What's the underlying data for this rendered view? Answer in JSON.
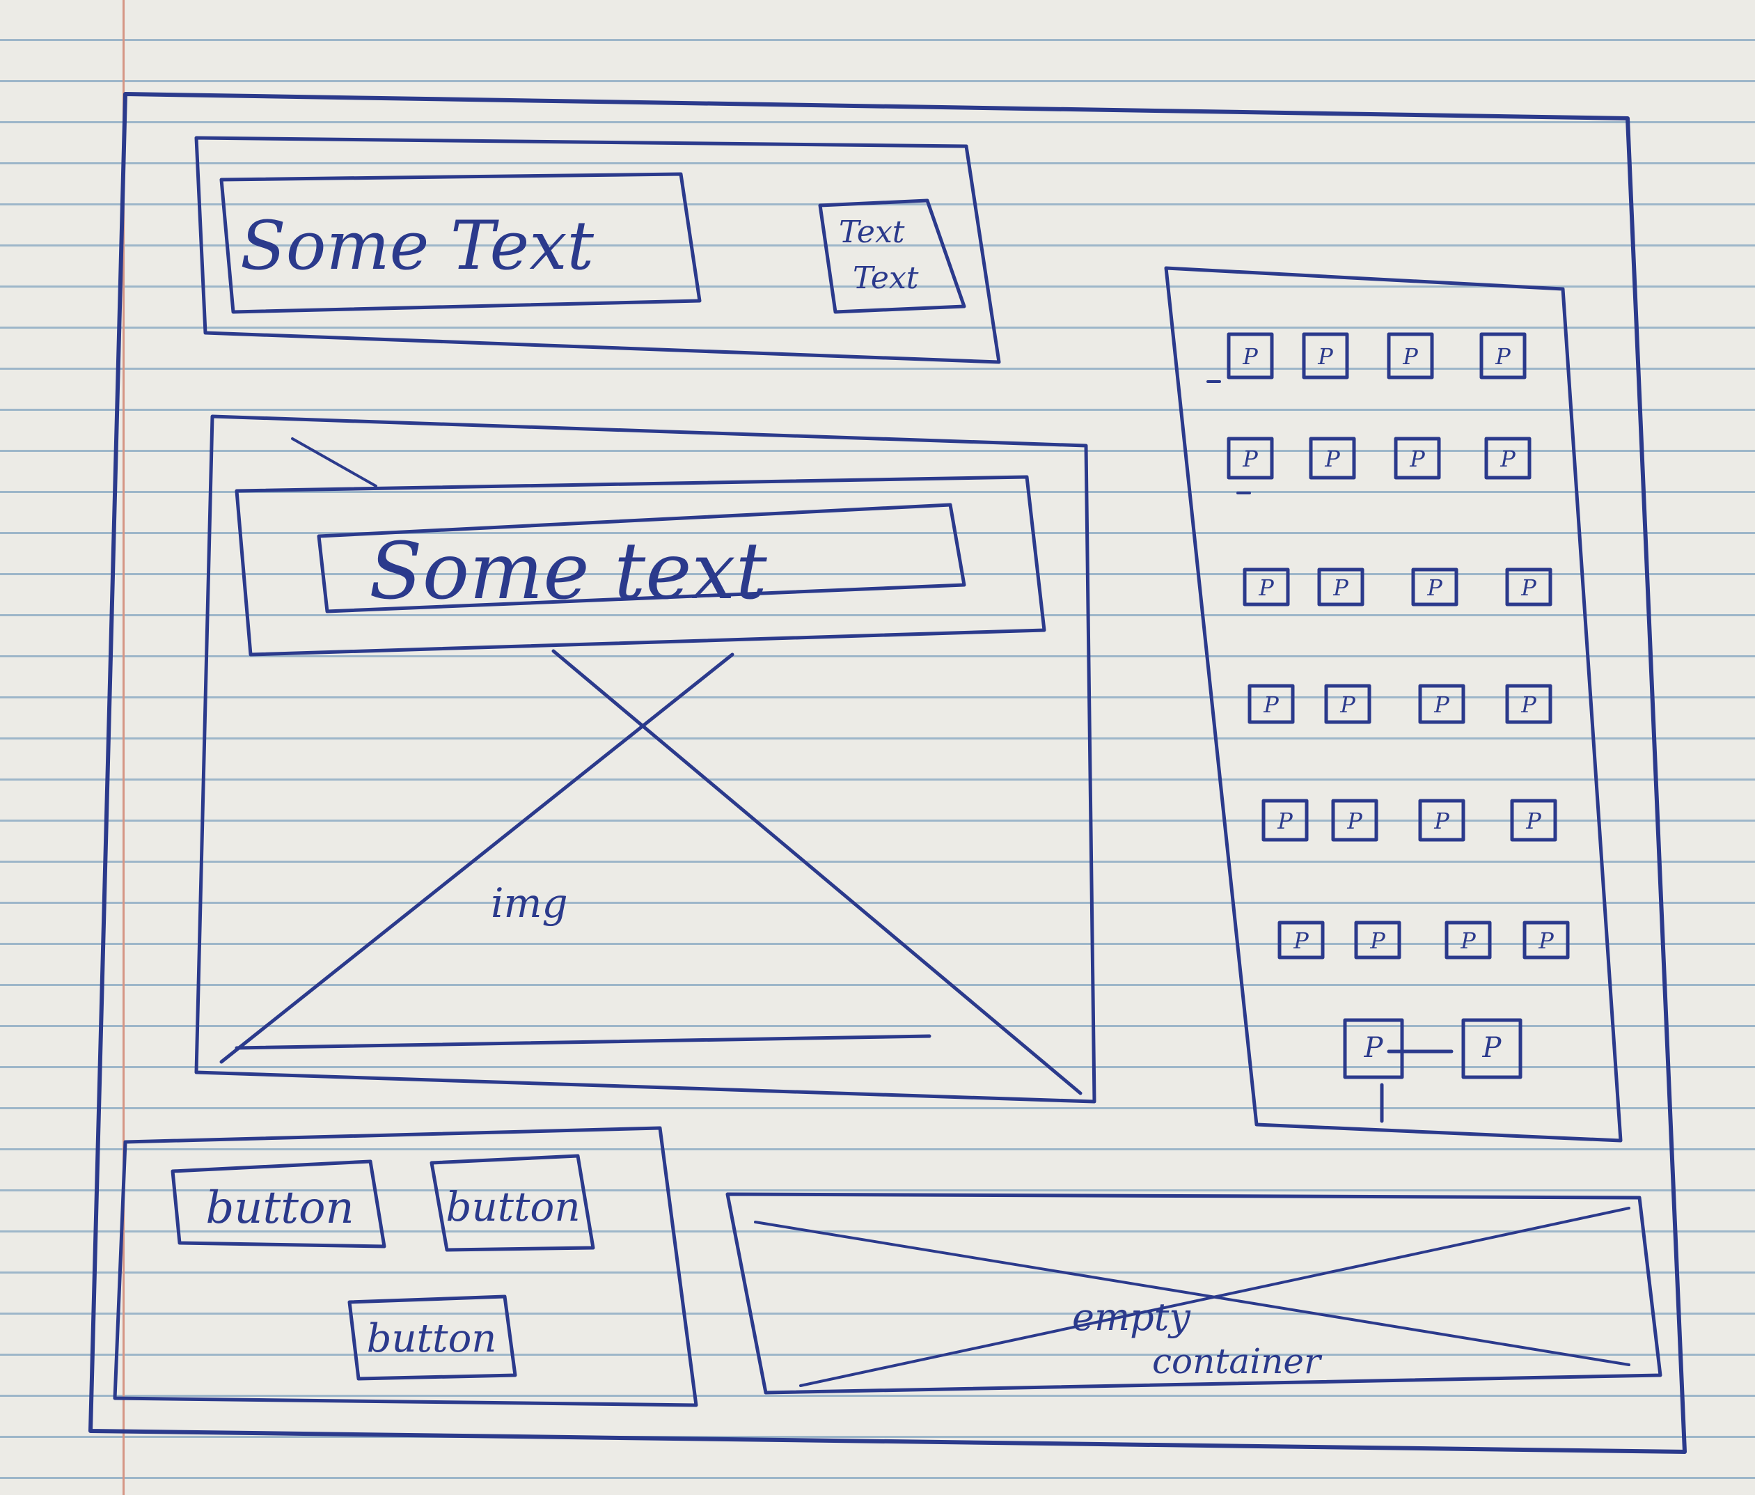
{
  "header": {
    "title_text": "Some Text",
    "small_box_line1": "Text",
    "small_box_line2": "Text"
  },
  "main_card": {
    "title_text": "Some text",
    "image_label": "img"
  },
  "buttons_panel": {
    "button_1": "button",
    "button_2": "button",
    "button_3": "button"
  },
  "empty_panel": {
    "label_line1": "empty",
    "label_line2": "container"
  },
  "sidebar": {
    "rows": [
      [
        "P",
        "P",
        "P",
        "P"
      ],
      [
        "P",
        "P",
        "P",
        "P"
      ],
      [
        "P",
        "P",
        "P",
        "P"
      ],
      [
        "P",
        "P",
        "P",
        "P"
      ],
      [
        "P",
        "P",
        "P",
        "P"
      ],
      [
        "P",
        "P",
        "P",
        "P"
      ],
      [
        "P",
        "P"
      ]
    ]
  },
  "colors": {
    "ink": "#2b3a8c",
    "paper": "#ecebe6",
    "rule_line": "#9db6c9",
    "margin_line": "#d59584"
  }
}
